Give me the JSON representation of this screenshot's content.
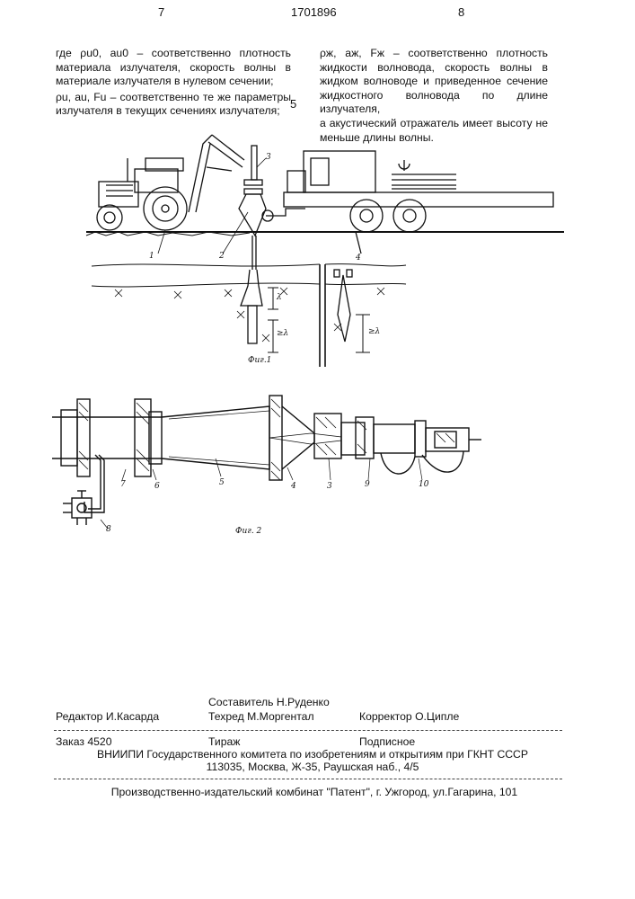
{
  "header": {
    "page_left": "7",
    "patent_number": "1701896",
    "page_right": "8"
  },
  "left_column": {
    "p1": "где ρu0, au0 – соответственно плотность материала излучателя, скорость волны в материале излучателя в нулевом сечении;",
    "p2": "ρu, au, Fu – соответственно те же параметры излучателя в текущих сечениях излучателя;"
  },
  "line_number": "5",
  "right_column": {
    "p1": "ρж, aж, Fж – соответственно плотность жидкости волновода, скорость волны в жидком волноводе и приведенное сечение жидкостного волновода по длине излучателя,",
    "p2": "а акустический отражатель имеет высоту не меньше длины волны."
  },
  "figure1": {
    "caption": "Фиг.1",
    "labels": [
      "1",
      "2",
      "3",
      "4"
    ],
    "lambda_label": "λ",
    "ge_lambda": "≥λ",
    "ge_lambda2": "≥λ"
  },
  "figure2": {
    "caption": "Фиг. 2",
    "labels": [
      "3",
      "4",
      "5",
      "6",
      "7",
      "8",
      "9",
      "10"
    ]
  },
  "imprint": {
    "editor": "Редактор  И.Касарда",
    "composer": "Составитель  Н.Руденко",
    "techred": "Техред М.Моргентал",
    "corrector": "Корректор  О.Ципле",
    "order": "Заказ  4520",
    "circulation": "Тираж",
    "subscription": "Подписное",
    "institute": "ВНИИПИ Государственного комитета по изобретениям и открытиям при ГКНТ СССР",
    "address": "113035, Москва, Ж-35, Раушская наб., 4/5",
    "publisher": "Производственно-издательский комбинат \"Патент\", г. Ужгород, ул.Гагарина, 101"
  }
}
